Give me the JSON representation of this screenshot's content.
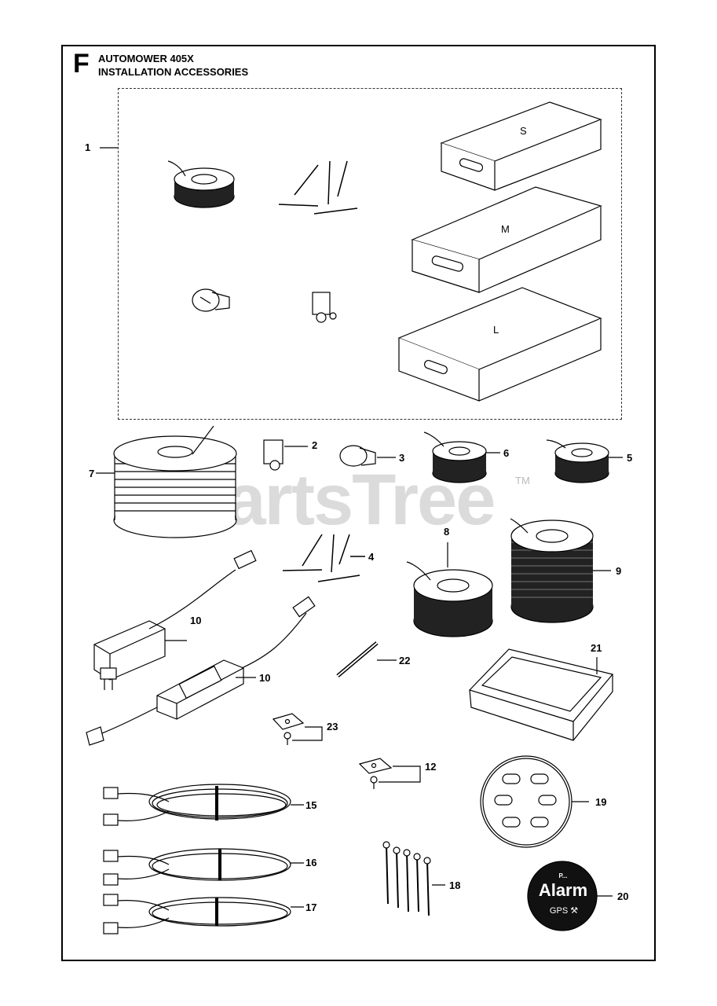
{
  "header": {
    "section_letter": "F",
    "title_line1": "AUTOMOWER 405X",
    "title_line2": "INSTALLATION ACCESSORIES"
  },
  "box_sizes": {
    "small": "S",
    "medium": "M",
    "large": "L"
  },
  "callouts": {
    "c1": "1",
    "c2": "2",
    "c3": "3",
    "c4": "4",
    "c5": "5",
    "c6": "6",
    "c7": "7",
    "c8": "8",
    "c9": "9",
    "c10a": "10",
    "c10b": "10",
    "c12": "12",
    "c15": "15",
    "c16": "16",
    "c17": "17",
    "c18": "18",
    "c19": "19",
    "c20": "20",
    "c21": "21",
    "c22": "22",
    "c23": "23"
  },
  "watermark": {
    "text": "PartsTree",
    "tm": "TM"
  },
  "alarm_badge": {
    "top_text": "P...",
    "main_text": "Alarm",
    "bottom_text": "GPS ⚒"
  }
}
